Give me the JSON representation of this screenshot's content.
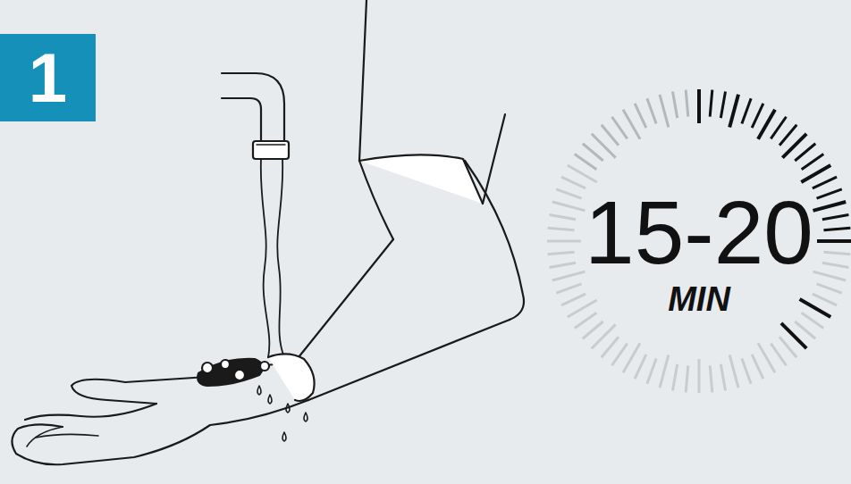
{
  "diagram": {
    "nodes": [
      {
        "text": [
          "1"
        ]
      },
      {
        "text": [
          "15-20",
          "MIN"
        ]
      }
    ]
  }
}
